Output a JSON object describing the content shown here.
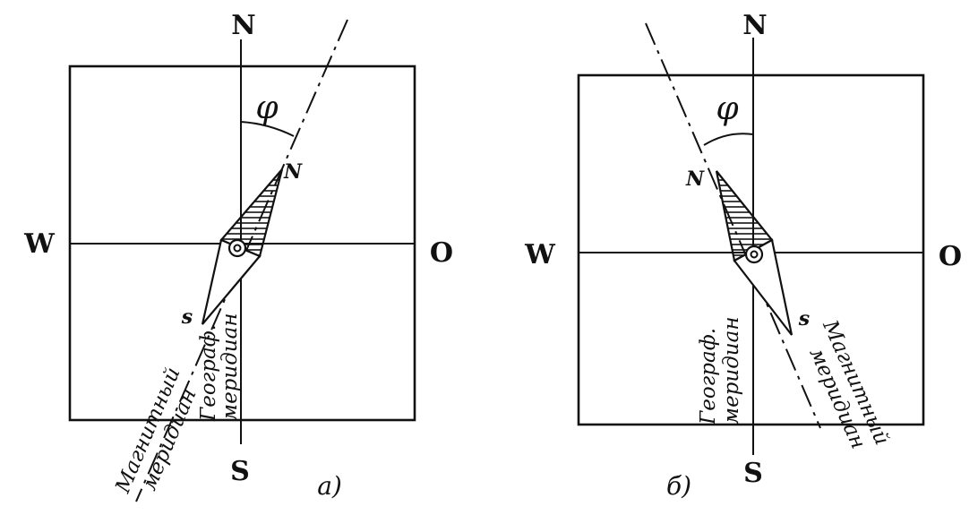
{
  "panel_a": {
    "compass": {
      "north": "N",
      "south": "S",
      "west": "W",
      "east": "O"
    },
    "angle_label": "φ",
    "needle": {
      "north": "N",
      "south": "s"
    },
    "magnetic_meridian": {
      "line1": "Магнитный",
      "line2": "меридиан"
    },
    "geographic_meridian": {
      "line1": "Географ.",
      "line2": "меридиан"
    },
    "caption": "а)"
  },
  "panel_b": {
    "compass": {
      "north": "N",
      "south": "S",
      "west": "W",
      "east": "O"
    },
    "angle_label": "φ",
    "needle": {
      "north": "N",
      "south": "s"
    },
    "magnetic_meridian": {
      "line1": "Магнитный",
      "line2": "меридиан"
    },
    "geographic_meridian": {
      "line1": "Географ.",
      "line2": "меридиан"
    },
    "caption": "б)"
  },
  "colors": {
    "ink": "#111111",
    "background": "#ffffff"
  }
}
